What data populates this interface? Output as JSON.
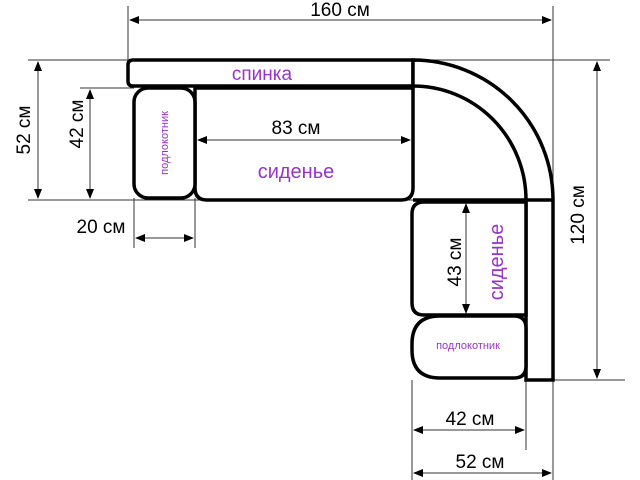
{
  "dimensions": {
    "total_width": "160 см",
    "left_depth": "52 см",
    "left_seat_depth": "42 см",
    "armrest_width": "20 см",
    "seat_length": "83 см",
    "right_seat_length": "43 см",
    "total_length": "120 см",
    "right_seat_depth": "42 см",
    "right_depth": "52 см"
  },
  "labels": {
    "backrest": "спинка",
    "seat_left": "сиденье",
    "seat_right": "сиденье",
    "armrest_left": "подлокотник",
    "armrest_right": "подлокотник"
  },
  "colors": {
    "label": "#9933cc"
  }
}
